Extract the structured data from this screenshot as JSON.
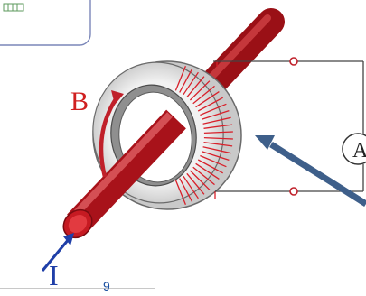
{
  "labels": {
    "magnetic_field": "B",
    "current": "I",
    "ammeter": "A"
  },
  "page_number": "9",
  "colors": {
    "conductor": "#b3141c",
    "conductor_highlight": "#e05a5e",
    "field_label": "#d02020",
    "current_arrow": "#1f3fa8",
    "pointer_arrow": "#3e5f8a",
    "core_ring": "#d6d6d6",
    "core_inner": "#9a9a9a",
    "winding": "#d8202a",
    "circuit_wire": "#444444"
  }
}
